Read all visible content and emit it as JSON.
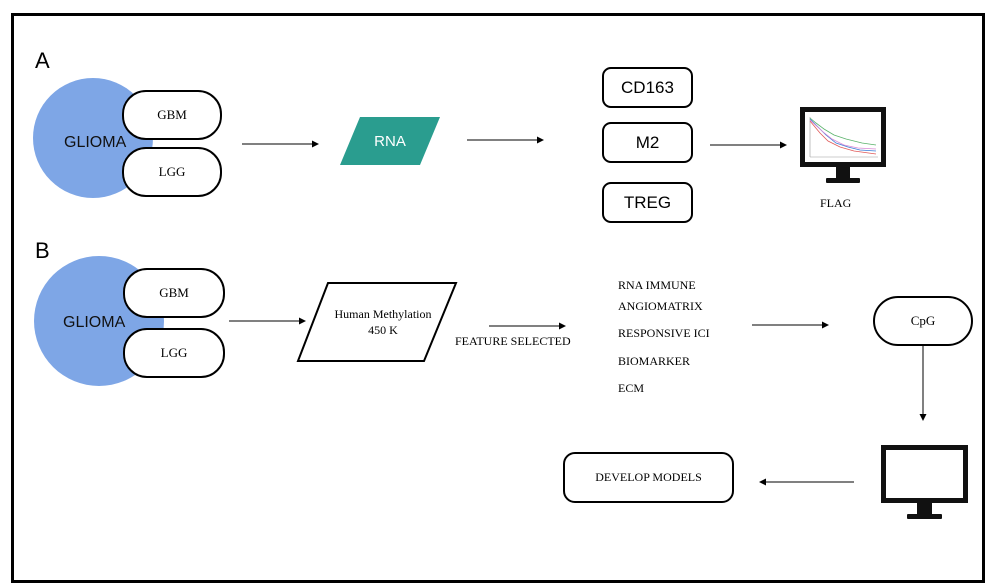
{
  "section_a": {
    "label": "A",
    "glioma": "GLIOMA",
    "subtypes": [
      "GBM",
      "LGG"
    ],
    "data_type": "RNA",
    "markers": [
      "CD163",
      "M2",
      "TREG"
    ],
    "output_label": "FLAG"
  },
  "section_b": {
    "label": "B",
    "glioma": "GLIOMA",
    "subtypes": [
      "GBM",
      "LGG"
    ],
    "data_type_line1": "Human Methylation",
    "data_type_line2": "450 K",
    "feature_label": "FEATURE SELECTED",
    "features": [
      "RNA IMMUNE",
      "ANGIOMATRIX",
      "RESPONSIVE ICI",
      "BIOMARKER",
      "ECM"
    ],
    "cpg": "CpG",
    "models": "DEVELOP MODELS"
  },
  "colors": {
    "glioma_circle": "#7ea6e6",
    "rna_parallelogram": "#2a9d8f"
  }
}
